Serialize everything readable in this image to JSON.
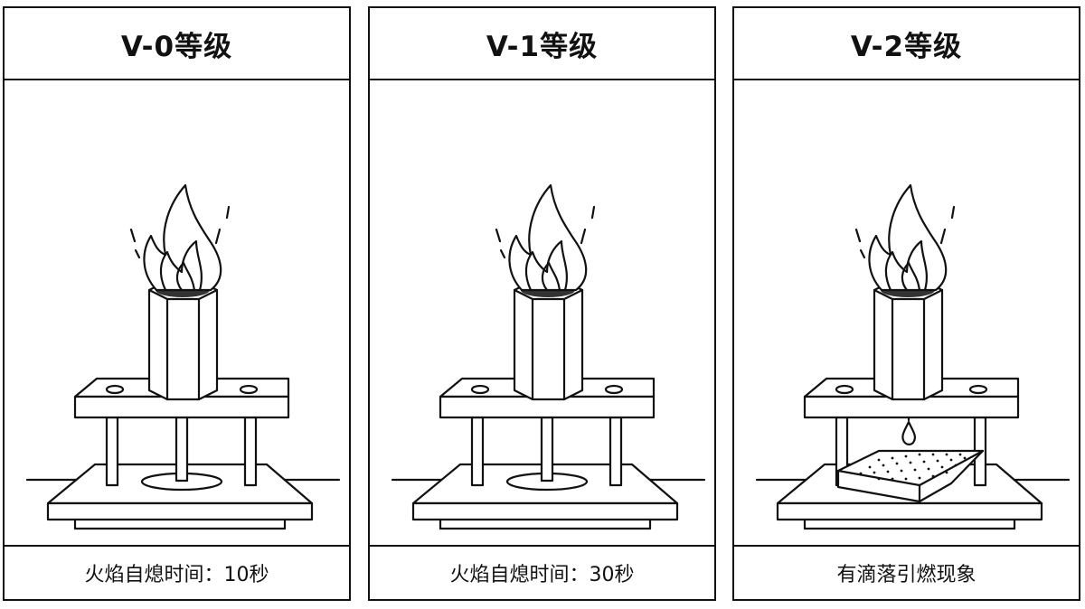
{
  "panels": [
    {
      "title": "V-0等级",
      "caption": "火焰自熄时间：10秒",
      "variant": "burner"
    },
    {
      "title": "V-1等级",
      "caption": "火焰自熄时间：30秒",
      "variant": "burner"
    },
    {
      "title": "V-2等级",
      "caption": "有滴落引燃现象",
      "variant": "drip"
    }
  ],
  "colors": {
    "line": "#111111",
    "background": "#ffffff"
  }
}
